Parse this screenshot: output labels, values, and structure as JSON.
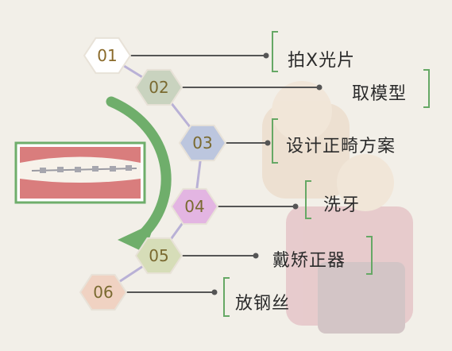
{
  "steps": [
    {
      "num": "01",
      "label": "拍X光片",
      "fill": "#ffffff",
      "num_color": "#8a6a2a"
    },
    {
      "num": "02",
      "label": "取模型",
      "fill": "#c9d3bf",
      "num_color": "#7a6a30"
    },
    {
      "num": "03",
      "label": "设计正畸方案",
      "fill": "#bcc6de",
      "num_color": "#7a6a30"
    },
    {
      "num": "04",
      "label": "洗牙",
      "fill": "#e3b5e2",
      "num_color": "#7a6a30"
    },
    {
      "num": "05",
      "label": "戴矫正器",
      "fill": "#d6ddb8",
      "num_color": "#7a6a30"
    },
    {
      "num": "06",
      "label": "放钢丝",
      "fill": "#f0d2c2",
      "num_color": "#7a6a30"
    }
  ],
  "colors": {
    "arrow": "#6fae6b",
    "bracket": "#66a865",
    "connector": "#b9b1d6",
    "leader": "#555555"
  }
}
